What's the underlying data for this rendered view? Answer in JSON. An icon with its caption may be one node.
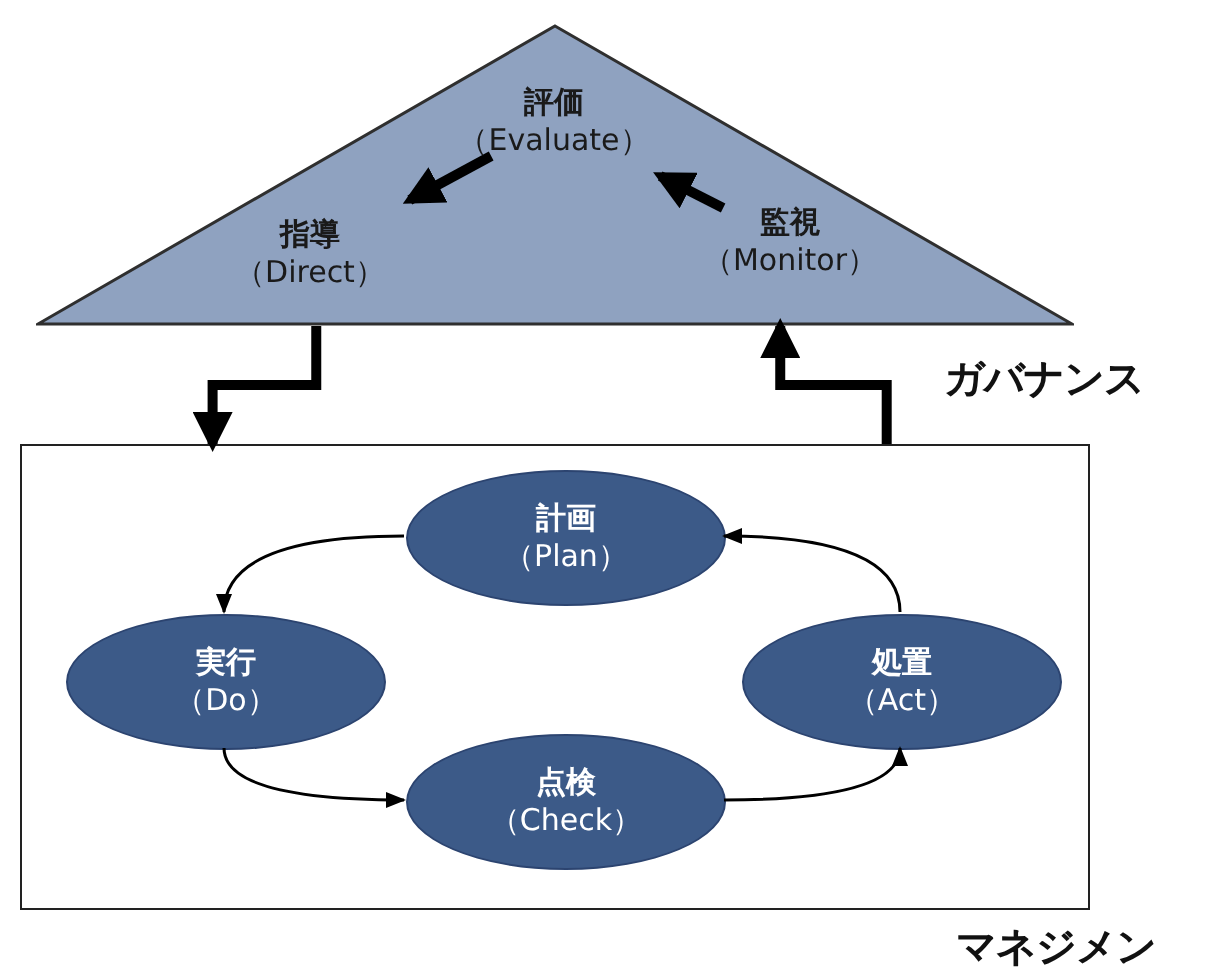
{
  "diagram": {
    "nodes": [
      {
        "text": [],
        "shape": "triangle",
        "beside": [
          "ガバナンス"
        ]
      },
      {
        "text": [
          "評価",
          "（Evaluate）"
        ],
        "in": 0
      },
      {
        "text": [
          "指導",
          "（Direct）"
        ],
        "in": 0
      },
      {
        "text": [
          "監視",
          "（Monitor）"
        ],
        "in": 0
      },
      {
        "text": [],
        "shape": "box",
        "beside": [
          "マネジメン"
        ]
      },
      {
        "text": [
          "計画",
          "（Plan）"
        ],
        "in": 4
      },
      {
        "text": [
          "実行",
          "（Do）"
        ],
        "in": 4
      },
      {
        "text": [
          "点検",
          "（Check）"
        ],
        "in": 4
      },
      {
        "text": [
          "処置",
          "（Act）"
        ],
        "in": 4
      }
    ],
    "edges": [
      {
        "from": 1,
        "to": 2,
        "arrow": "to",
        "style": "thick"
      },
      {
        "from": 3,
        "to": 1,
        "arrow": "to",
        "style": "thick"
      },
      {
        "from": 0,
        "to": 4,
        "arrow": "to",
        "style": "thick"
      },
      {
        "from": 4,
        "to": 0,
        "arrow": "to",
        "style": "thick"
      },
      {
        "from": 5,
        "to": 6,
        "arrow": "to"
      },
      {
        "from": 6,
        "to": 7,
        "arrow": "to"
      },
      {
        "from": 7,
        "to": 8,
        "arrow": "to"
      },
      {
        "from": 8,
        "to": 5,
        "arrow": "to"
      }
    ]
  }
}
